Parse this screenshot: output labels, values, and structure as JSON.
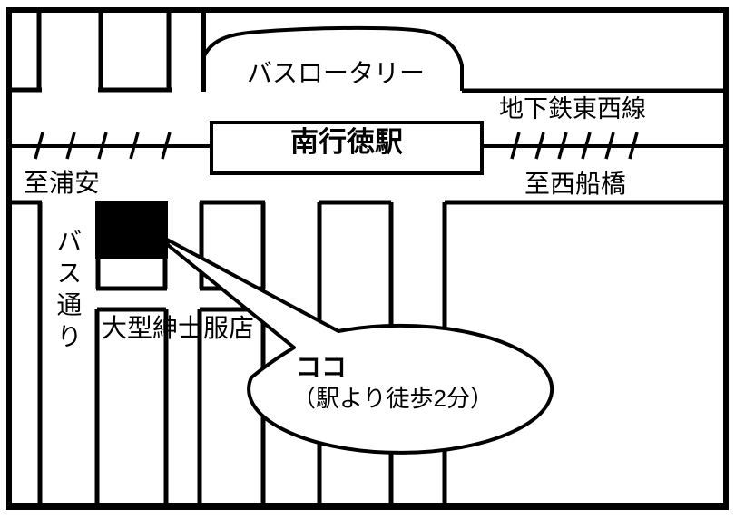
{
  "labels": {
    "bus_rotary": "バスロータリー",
    "subway_line": "地下鉄東西線",
    "station": "南行徳駅",
    "to_urayasu": "至浦安",
    "to_nishifunabashi": "至西船橋",
    "bus_street": "バス通り",
    "clothing_store": "大型紳士服店",
    "callout_title": "ココ",
    "callout_note": "（駅より徒歩2分）"
  },
  "colors": {
    "line": "#000000",
    "background": "#ffffff",
    "destination_marker": "#000000"
  }
}
